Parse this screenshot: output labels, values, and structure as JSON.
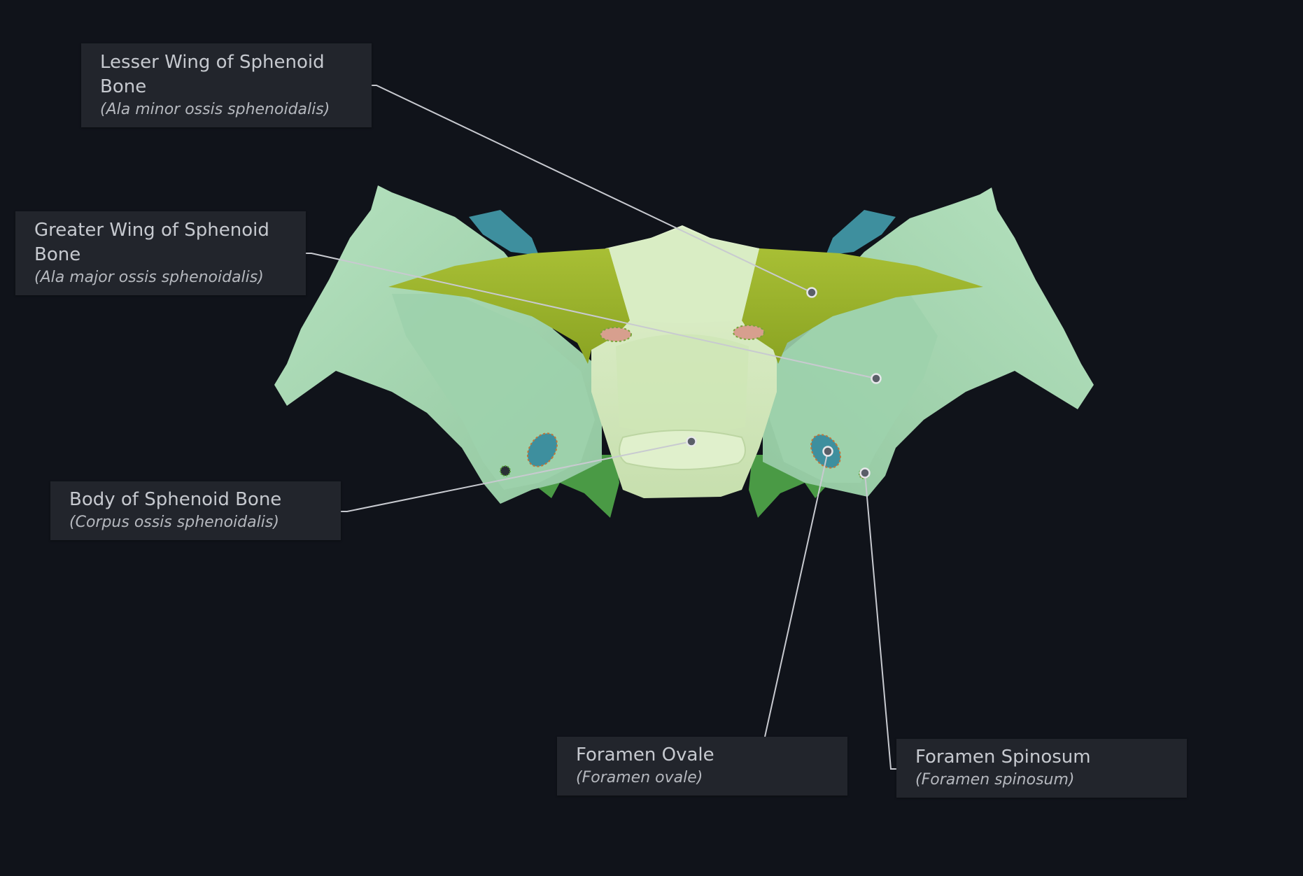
{
  "colors": {
    "background": "#10131a",
    "label_bg": "#22252c",
    "label_text": "#c6c9cf",
    "leader_line": "#c8cad0",
    "pin": "#5a5f68",
    "greater_wing": "#a9d9b3",
    "lesser_wing": "#9db42c",
    "body": "#d6ebc0",
    "pterygoid": "#4a9a45",
    "foramen": "#3e8f9e"
  },
  "labels": [
    {
      "id": "lesser-wing",
      "title": "Lesser Wing of Sphenoid Bone",
      "latin": "(Ala minor ossis sphenoidalis)"
    },
    {
      "id": "greater-wing",
      "title": "Greater Wing of Sphenoid Bone",
      "latin": "(Ala major ossis sphenoidalis)"
    },
    {
      "id": "body",
      "title": "Body of Sphenoid Bone",
      "latin": "(Corpus ossis sphenoidalis)"
    },
    {
      "id": "foramen-ovale",
      "title": "Foramen Ovale",
      "latin": "(Foramen ovale)"
    },
    {
      "id": "foramen-spinosum",
      "title": "Foramen Spinosum",
      "latin": "(Foramen spinosum)"
    }
  ]
}
